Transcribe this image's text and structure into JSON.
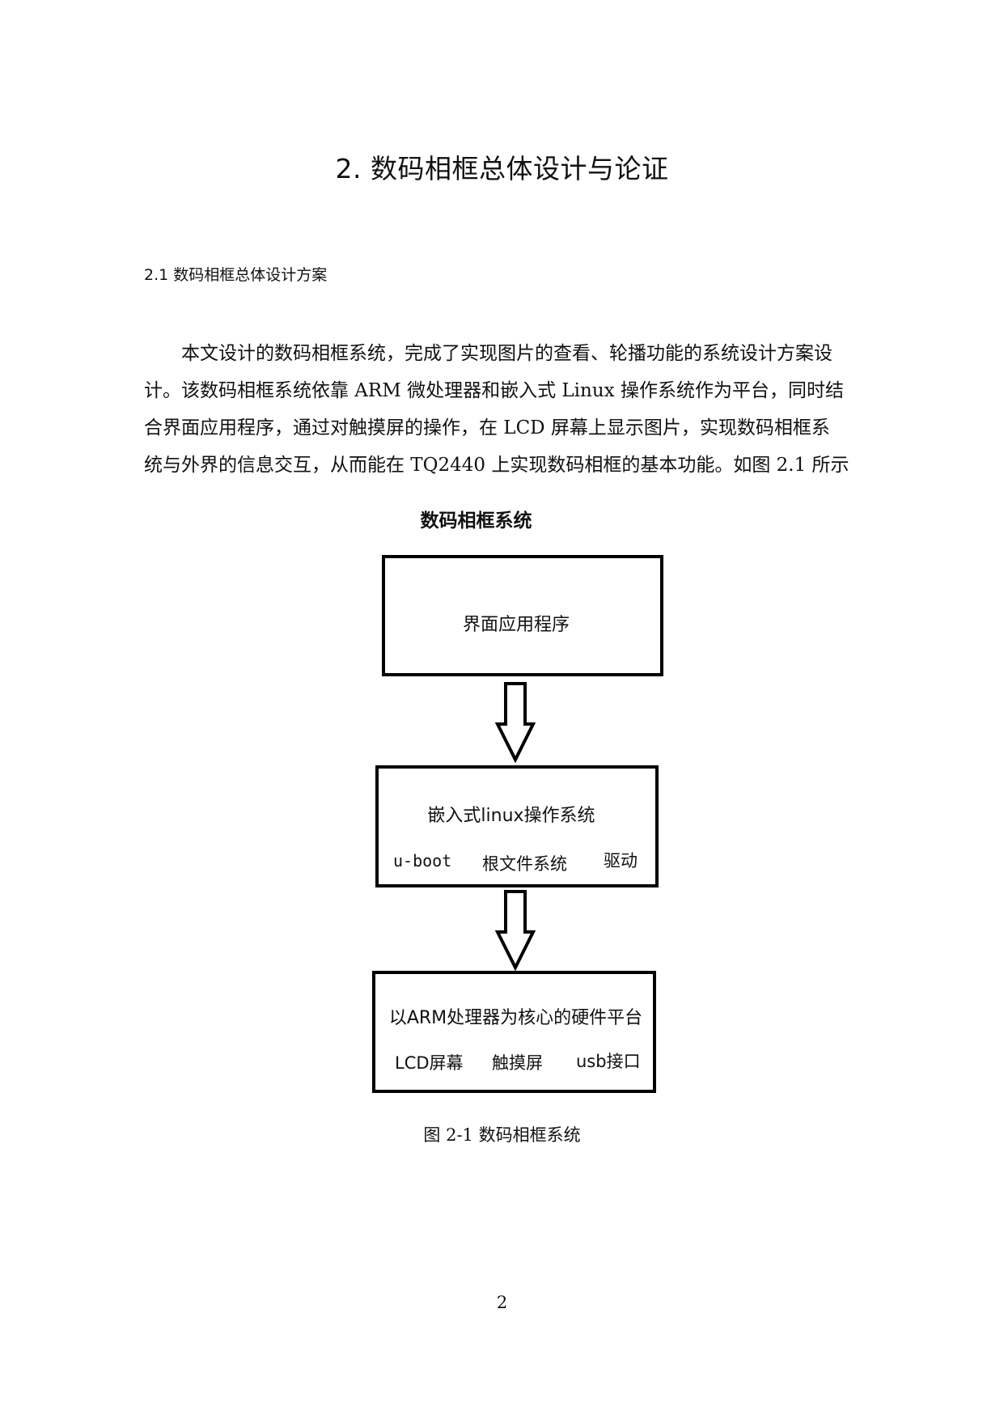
{
  "chapter": {
    "title": "2. 数码相框总体设计与论证"
  },
  "section": {
    "heading": "2.1 数码相框总体设计方案"
  },
  "paragraph": {
    "lines": [
      "　　本文设计的数码相框系统，完成了实现图片的查看、轮播功能的系统设计方案设",
      "计。该数码相框系统依靠 ARM 微处理器和嵌入式 Linux 操作系统作为平台，同时结",
      "合界面应用程序，通过对触摸屏的操作，在 LCD 屏幕上显示图片，实现数码相框系",
      "统与外界的信息交互，从而能在 TQ2440 上实现数码相框的基本功能。如图 2.1 所示"
    ]
  },
  "figure": {
    "heading": "数码相框系统",
    "box_app": {
      "title": "界面应用程序"
    },
    "box_os": {
      "title": "嵌入式linux操作系统",
      "items": [
        "u-boot",
        "根文件系统",
        "驱动"
      ]
    },
    "box_hw": {
      "title": "以ARM处理器为核心的硬件平台",
      "items": [
        "LCD屏幕",
        "触摸屏",
        "usb接口"
      ]
    },
    "caption": "图 2-1  数码相框系统"
  },
  "page": {
    "number": "2"
  }
}
